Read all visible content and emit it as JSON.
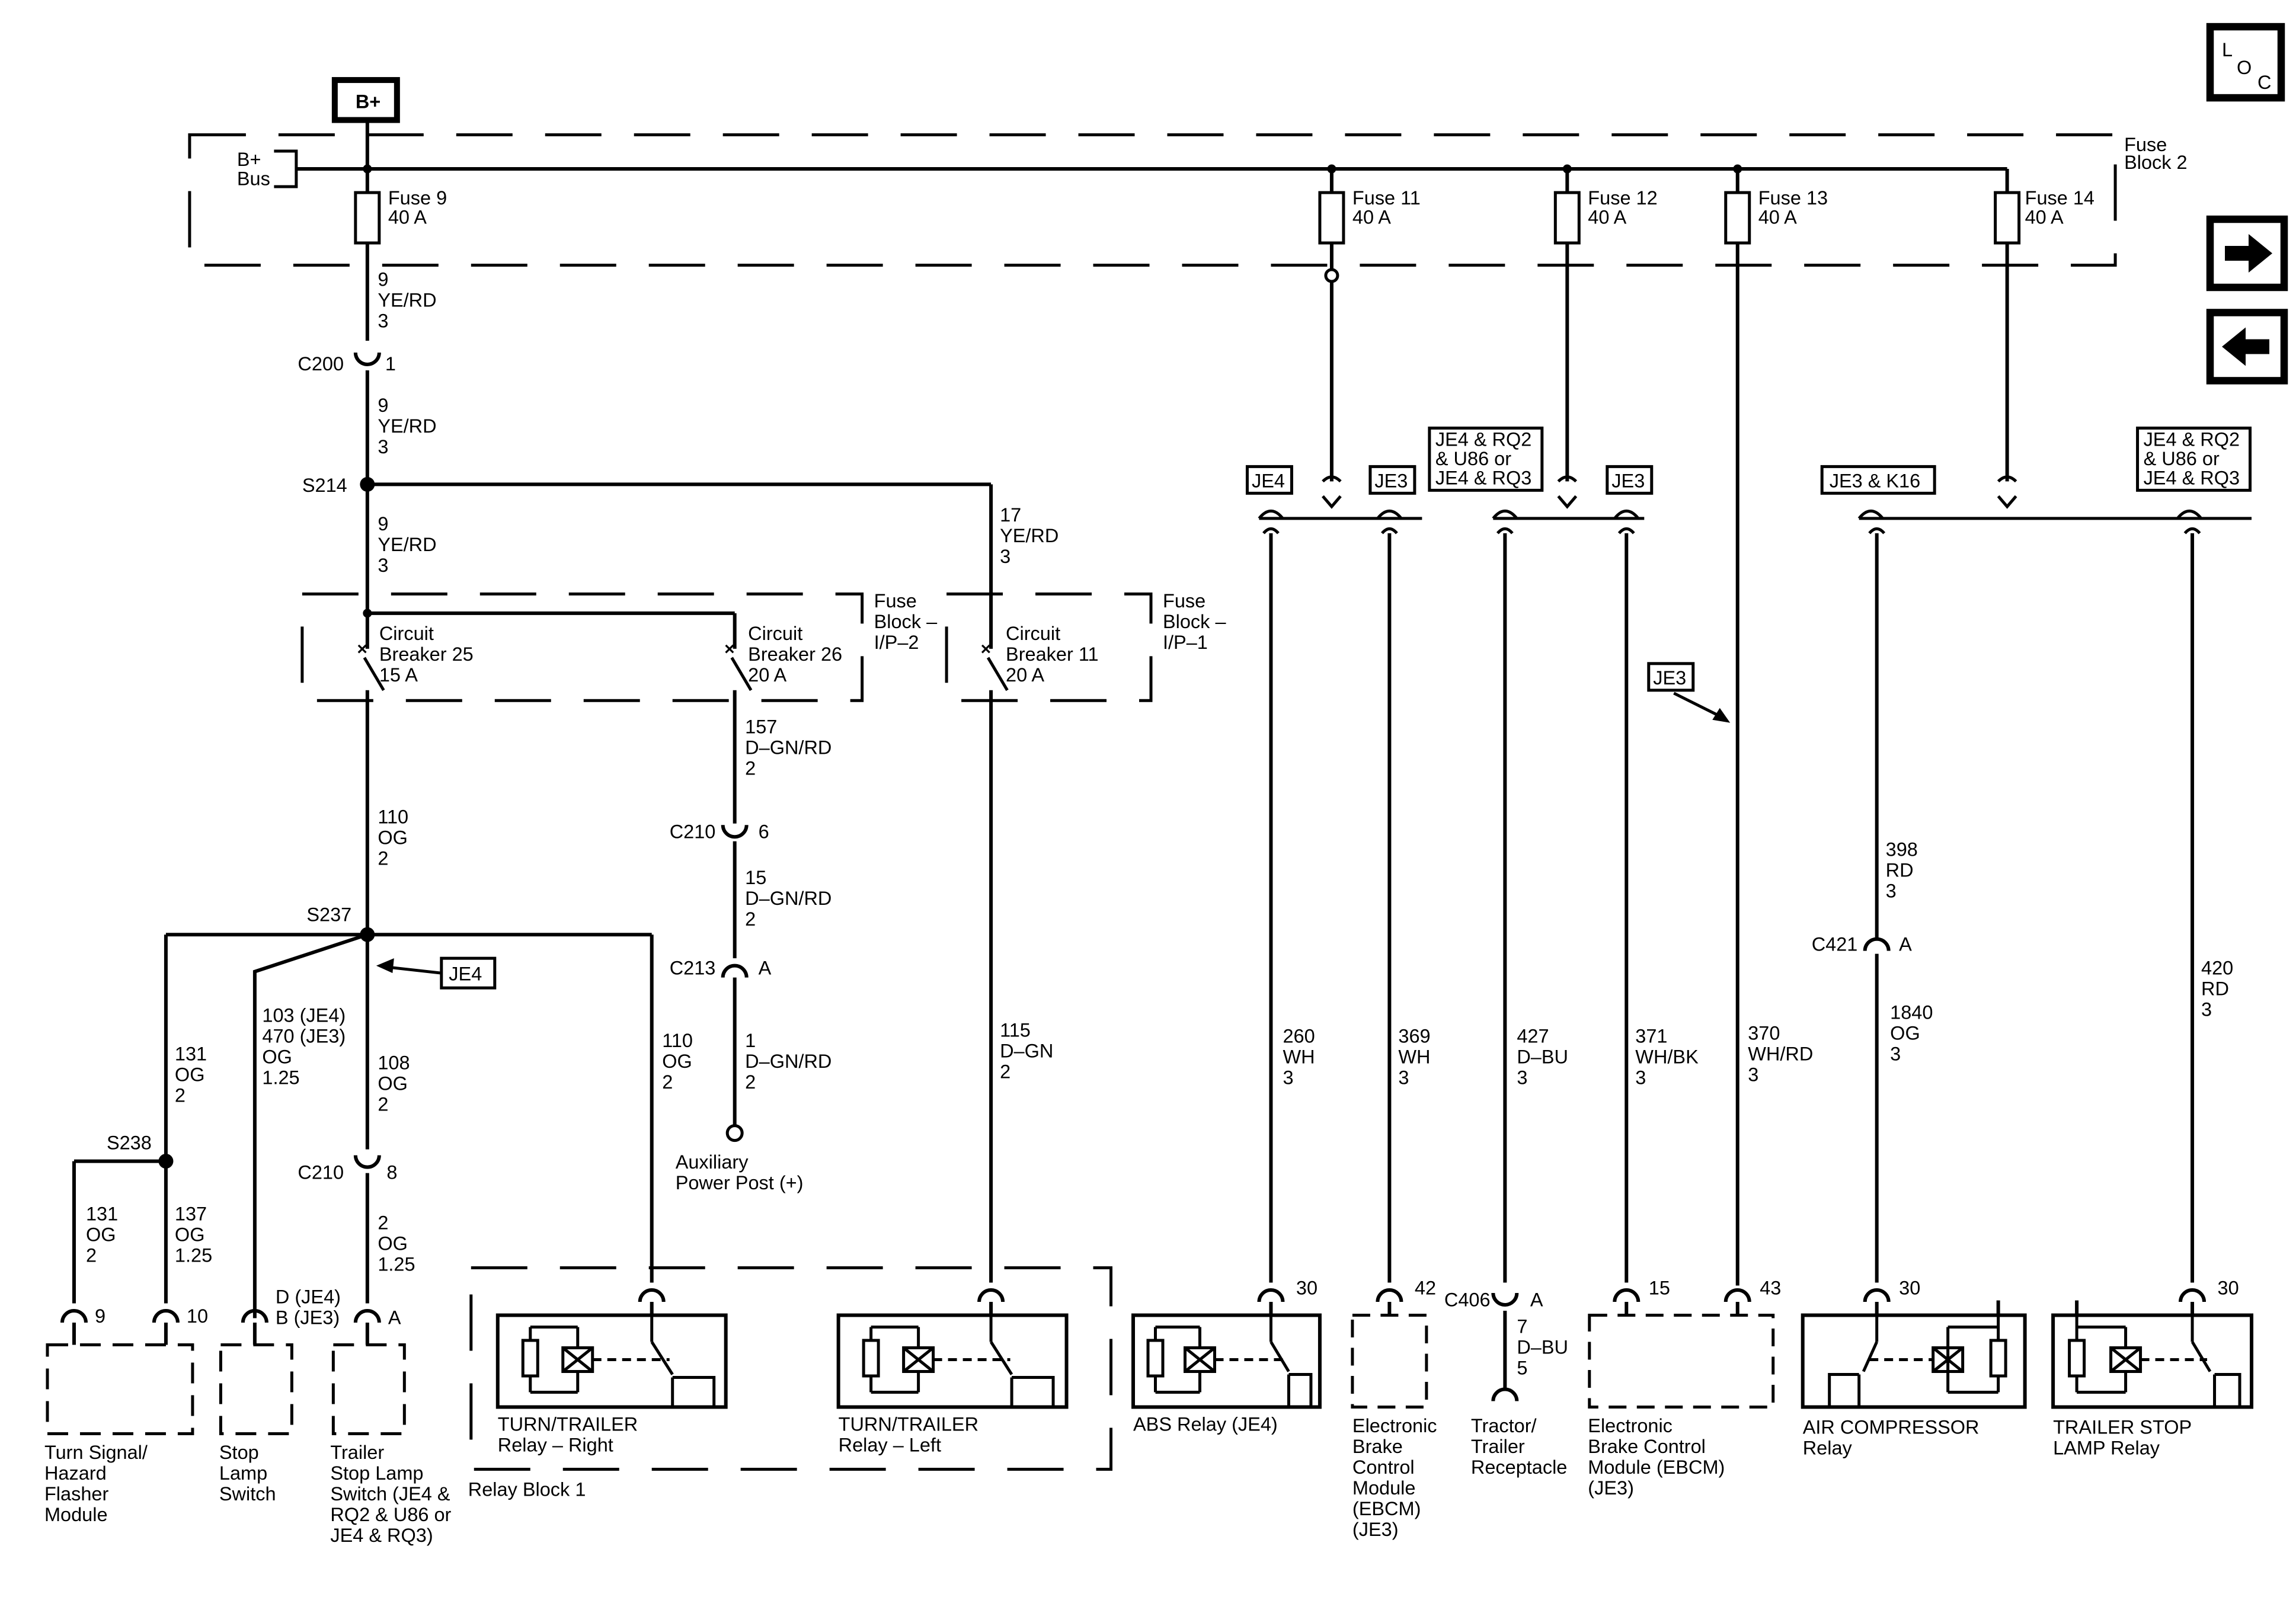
{
  "header": {
    "supply": "B+",
    "loc_l": "L",
    "loc_o": "O",
    "loc_c": "C"
  },
  "nav": {
    "next_icon": "arrow-right-icon",
    "prev_icon": "arrow-left-icon"
  },
  "fuse_block_2": {
    "label_1": "Fuse",
    "label_2": "Block 2",
    "bus_1": "B+",
    "bus_2": "Bus",
    "fuses": [
      {
        "name": "Fuse 9",
        "rating": "40 A"
      },
      {
        "name": "Fuse 11",
        "rating": "40 A"
      },
      {
        "name": "Fuse 12",
        "rating": "40 A"
      },
      {
        "name": "Fuse 13",
        "rating": "40 A"
      },
      {
        "name": "Fuse 14",
        "rating": "40 A"
      }
    ]
  },
  "main_feed": {
    "w1": [
      "9",
      "YE/RD",
      "3"
    ],
    "c200": "C200",
    "c200_pin": "1",
    "w2": [
      "9",
      "YE/RD",
      "3"
    ],
    "s214": "S214",
    "w3": [
      "9",
      "YE/RD",
      "3"
    ],
    "w17": [
      "17",
      "YE/RD",
      "3"
    ]
  },
  "fuse_block_ip2": {
    "label": [
      "Fuse",
      "Block –",
      "I/P–2"
    ],
    "cb25": [
      "Circuit",
      "Breaker 25",
      "15 A"
    ],
    "cb26": [
      "Circuit",
      "Breaker 26",
      "20 A"
    ]
  },
  "fuse_block_ip1": {
    "label": [
      "Fuse",
      "Block –",
      "I/P–1"
    ],
    "cb11": [
      "Circuit",
      "Breaker 11",
      "20 A"
    ]
  },
  "aux": {
    "w157": [
      "157",
      "D–GN/RD",
      "2"
    ],
    "c210": "C210",
    "c210_pin": "6",
    "w15": [
      "15",
      "D–GN/RD",
      "2"
    ],
    "c213": "C213",
    "c213_pin": "A",
    "w1": [
      "1",
      "D–GN/RD",
      "2"
    ],
    "post": [
      "Auxiliary",
      "Power Post (+)"
    ]
  },
  "turn_branch": {
    "w110": [
      "110",
      "OG",
      "2"
    ],
    "s237": "S237",
    "je4_tag": "JE4",
    "w131a": [
      "131",
      "OG",
      "2"
    ],
    "s238": "S238",
    "w131b": [
      "131",
      "OG",
      "2"
    ],
    "w137": [
      "137",
      "OG",
      "1.25"
    ],
    "w103": [
      "103 (JE4)",
      "470 (JE3)",
      "OG",
      "1.25"
    ],
    "w108": [
      "108",
      "OG",
      "2"
    ],
    "c210": "C210",
    "c210_pin": "8",
    "w2": [
      "2",
      "OG",
      "1.25"
    ],
    "w110b": [
      "110",
      "OG",
      "2"
    ],
    "w115": [
      "115",
      "D–GN",
      "2"
    ]
  },
  "components": {
    "tsm_pins": [
      "9",
      "10"
    ],
    "tsm": [
      "Turn Signal/",
      "Hazard",
      "Flasher",
      "Module"
    ],
    "sls_pins": [
      "D (JE4)",
      "B (JE3)"
    ],
    "sls": [
      "Stop",
      "Lamp",
      "Switch"
    ],
    "tsls_pin": "A",
    "tsls": [
      "Trailer",
      "Stop Lamp",
      "Switch (JE4 &",
      "RQ2 & U86 or",
      "JE4 & RQ3)"
    ],
    "relay_right": [
      "TURN/TRAILER",
      "Relay – Right"
    ],
    "relay_left": [
      "TURN/TRAILER",
      "Relay – Left"
    ],
    "relay_block": "Relay Block 1"
  },
  "right_side": {
    "tags": {
      "je4": "JE4",
      "je3a": "JE3",
      "opt1": [
        "JE4 & RQ2",
        "& U86 or",
        "JE4 & RQ3"
      ],
      "je3b": "JE3",
      "je3k16": "JE3 & K16",
      "opt2": [
        "JE4 & RQ2",
        "& U86 or",
        "JE4 & RQ3"
      ],
      "je3c": "JE3"
    },
    "w260": [
      "260",
      "WH",
      "3"
    ],
    "w369": [
      "369",
      "WH",
      "3"
    ],
    "w427": [
      "427",
      "D–BU",
      "3"
    ],
    "w371": [
      "371",
      "WH/BK",
      "3"
    ],
    "w370": [
      "370",
      "WH/RD",
      "3"
    ],
    "w398": [
      "398",
      "RD",
      "3"
    ],
    "c421": "C421",
    "c421_pin": "A",
    "w1840": [
      "1840",
      "OG",
      "3"
    ],
    "w420": [
      "420",
      "RD",
      "3"
    ],
    "abs_pin": "30",
    "ebcm1_pin": "42",
    "c406": "C406",
    "c406_pin": "A",
    "w7": [
      "7",
      "D–BU",
      "5"
    ],
    "ebcm2_pin1": "15",
    "ebcm2_pin2": "43",
    "air_pin": "30",
    "tsl_pin": "30",
    "abs": "ABS Relay (JE4)",
    "ebcm1": [
      "Electronic",
      "Brake",
      "Control",
      "Module",
      "(EBCM)",
      "(JE3)"
    ],
    "tractor": [
      "Tractor/",
      "Trailer",
      "Receptacle"
    ],
    "ebcm2": [
      "Electronic",
      "Brake Control",
      "Module (EBCM)",
      "(JE3)"
    ],
    "air": [
      "AIR COMPRESSOR",
      "Relay"
    ],
    "tsl": [
      "TRAILER STOP",
      "LAMP Relay"
    ]
  }
}
